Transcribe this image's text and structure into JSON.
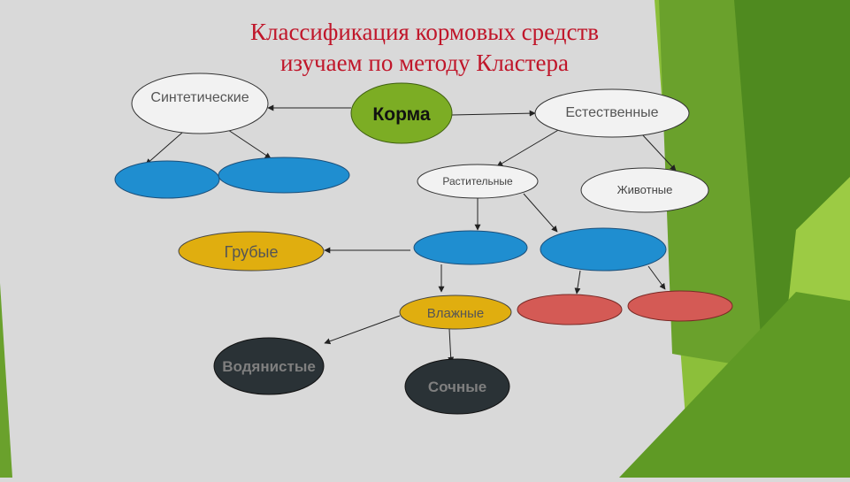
{
  "slide": {
    "title_line1": "Классификация кормовых средств",
    "title_line2": "изучаем по методу Кластера"
  },
  "colors": {
    "background": "#d9d9d9",
    "title": "#c0162a",
    "root_fill": "#7cad24",
    "white_node_fill": "#f2f2f2",
    "blue_node_fill": "#1f8ed0",
    "gold_node_fill": "#e0ae0f",
    "red_node_fill": "#d45a55",
    "dark_node_fill": "#2a3236",
    "green_decor_dark": "#4f8a1f",
    "green_decor_light": "#8cbf3a"
  },
  "nodes": {
    "root": "Корма",
    "synthetic": "Синтетические",
    "natural": "Естественные",
    "plant": "Растительные",
    "animal": "Животные",
    "rough": "Грубые",
    "moist": "Влажные",
    "watery": "Водянистые",
    "juicy": "Сочные"
  }
}
